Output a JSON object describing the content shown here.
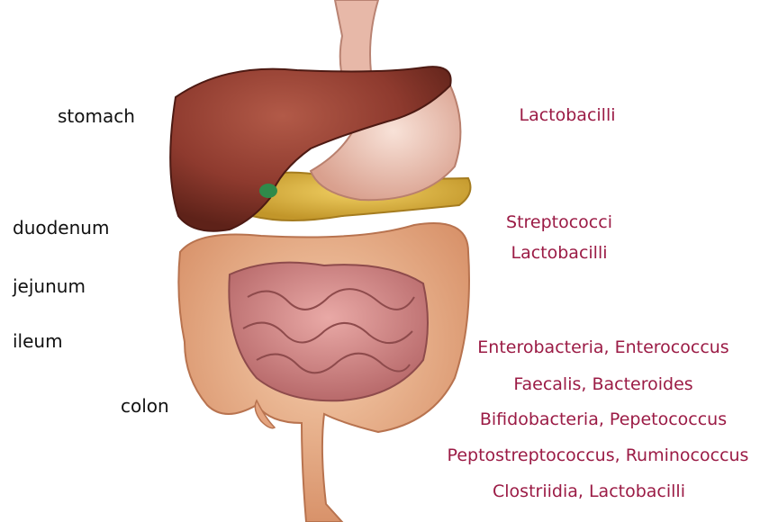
{
  "colors": {
    "organ_label": "#111111",
    "microbe_label": "#9b1b45",
    "liver": "#8e3a2e",
    "stomach": "#edc6b7",
    "pancreas": "#dcb23a",
    "colon": "#e9aa85",
    "small_intestine": "#d48988"
  },
  "organs": [
    "stomach",
    "duodenum",
    "jejunum",
    "ileum",
    "colon"
  ],
  "microbes": {
    "stomach": "Lactobacilli",
    "duodenum_line1": "Streptococci",
    "duodenum_line2": "Lactobacilli",
    "colon_lines": [
      "Enterobacteria, Enterococcus",
      "Faecalis, Bacteroides",
      "Bifidobacteria, Pepetococcus",
      "Peptostreptococcus, Ruminococcus",
      "Clostriidia, Lactobacilli"
    ]
  }
}
